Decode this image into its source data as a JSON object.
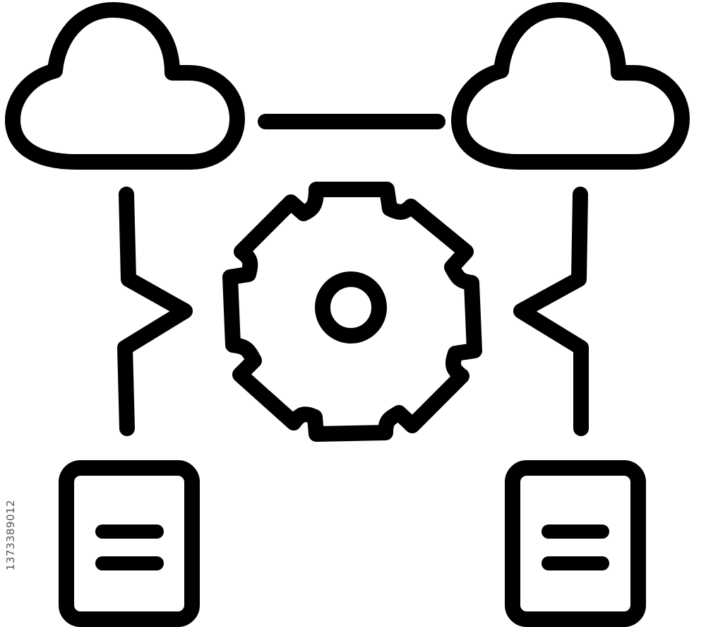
{
  "diagram": {
    "stroke_color": "#000000",
    "background_color": "#ffffff",
    "icons": {
      "cloud_left": "cloud-icon",
      "cloud_right": "cloud-icon",
      "gear": "gear-icon",
      "document_left": "document-icon",
      "document_right": "document-icon",
      "connector_top": "line-connector",
      "bracket_left": "chevron-right-bracket",
      "bracket_right": "chevron-left-bracket"
    }
  },
  "watermark": {
    "side_id": "1373389012"
  }
}
